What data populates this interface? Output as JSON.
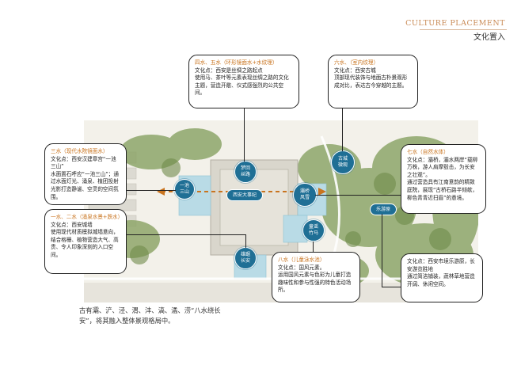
{
  "header": {
    "title_en": "CULTURE PLACEMENT",
    "title_cn": "文化置入"
  },
  "colors": {
    "accent_orange": "#c9741f",
    "node_blue": "#1f6f95",
    "header_en": "#c98a55"
  },
  "callouts": {
    "c45": {
      "title": "四水、五水（环形镜面水+水纹理）",
      "body": "文化点：西安是丝绸之路起点\n使用马、茶叶等元素表现丝绸之路的文化主题，营造开敞、仪式感强烈的公共空间。"
    },
    "c6": {
      "title": "六水、（室内纹理）",
      "body": "文化点：西安古城\n顶部现代装饰与地面古朴景观形成对比，表达古今穿越的主题。"
    },
    "c3": {
      "title": "三水（现代水院镜面水）",
      "body": "文化点：西安汉建章宫“一池三山”\n水面置石呼应“一池三山”；通过水面灯光、涌泉、植团投射光影打造静谧、空灵的空间氛围。"
    },
    "c12": {
      "title": "一水、二水（涌泉水景+跌水）",
      "body": "文化点：西安城墙\n使用现代材质模拟城墙意向，结合格栅、植物营造大气、高贵、令人印象深刻的入口空间。"
    },
    "c7": {
      "title": "七水（自然水体）",
      "body": "文化点：灞桥，灞水两岸“载柳万株，游人肩摩毂击，为长安之壮观”。\n通过营造具有江南意韵的精致庭院，展现“古桥石路半倾欹，柳色青青近扫眉”的意境。"
    },
    "c8": {
      "title": "八水（儿童泳水池）",
      "body": "文化点：国风元素。\n运用国风元素与色彩为儿童打造趣味性和参与性强的特色活动场所。"
    },
    "cle": {
      "title": "",
      "body": "文化点：西安市境乐游原，长安游览胜地\n通过简洁铺装，蔬林草地营造开阔、休闲空间。"
    }
  },
  "nodes": {
    "n1": "一池\n三山",
    "n2": "西安大事纪",
    "n3": "梦回\n丝路",
    "n4": "古城\n微观",
    "n5": "灞桥\n风雪",
    "n6": "乐游原",
    "n7": "童谣\n竹马",
    "n8": "雄踞\n长安"
  },
  "caption": "古有灞、浐、泾、渭、沣、滈、潏、涝“八水绕长\n安”，将其融入整体景观格局中。"
}
